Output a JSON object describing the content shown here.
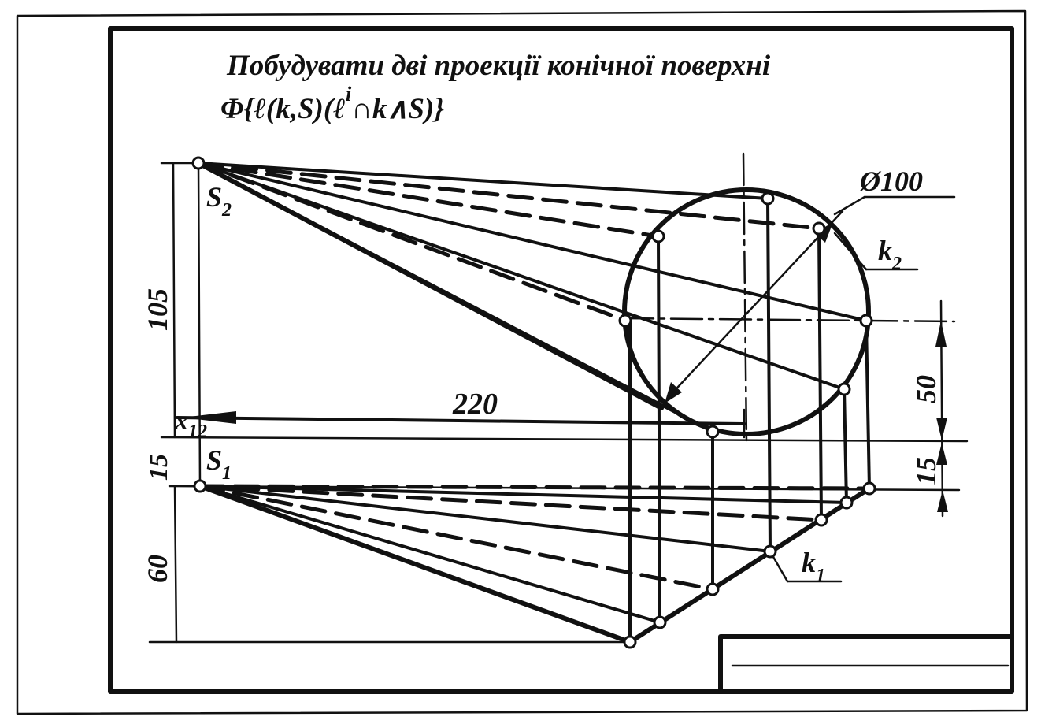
{
  "title": {
    "line1": "Побудувати дві проекції конічної поверхні",
    "line2": "Φ{ℓ(k,S)(ℓ",
    "line2_sup": "i",
    "line2_tail": "∩k∧S)}"
  },
  "labels": {
    "s2": "S",
    "s2_sub": "2",
    "s1": "S",
    "s1_sub": "1",
    "k2": "k",
    "k2_sub": "2",
    "k1": "k",
    "k1_sub": "1",
    "x12": "x",
    "x12_sub": "12"
  },
  "dimensions": {
    "diameter": "Ø100",
    "height_s2": "105",
    "length": "220",
    "offset_left": "15",
    "depth_s1": "60",
    "right_50": "50",
    "right_15": "15"
  }
}
